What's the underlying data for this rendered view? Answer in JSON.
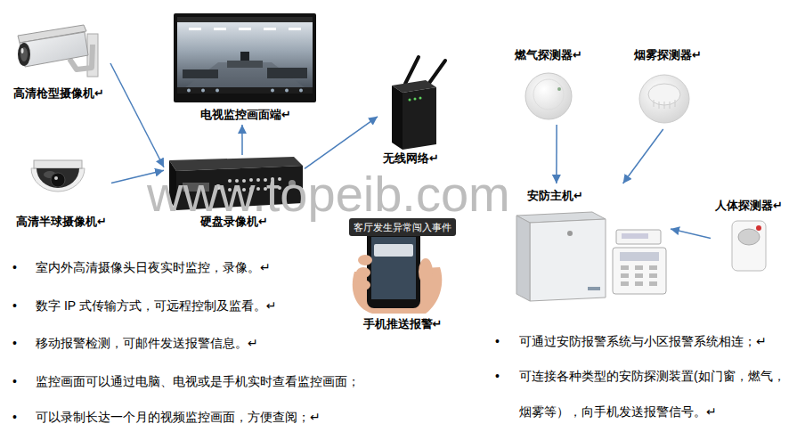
{
  "diagram": {
    "nodes": [
      {
        "text": [
          "高清枪型摄像机↵"
        ]
      },
      {
        "text": [
          "电视监控画面端↵"
        ]
      },
      {
        "text": [
          "高清半球摄像机↵"
        ]
      },
      {
        "text": [
          "硬盘录像机↵"
        ]
      },
      {
        "text": [
          "无线网络↵"
        ]
      },
      {
        "text": [
          "客厅发生异常闯入事件",
          "手机推送报警↵"
        ]
      },
      {
        "text": [
          "燃气探测器↵"
        ]
      },
      {
        "text": [
          "烟雾探测器↵"
        ]
      },
      {
        "text": [
          "安防主机↵"
        ]
      },
      {
        "text": [
          "人体探测器↵"
        ]
      }
    ],
    "edges": [
      {
        "from": 0,
        "to": 3,
        "arrow": "to"
      },
      {
        "from": 2,
        "to": 3,
        "arrow": "to"
      },
      {
        "from": 3,
        "to": 1,
        "arrow": "to"
      },
      {
        "from": 3,
        "to": 4,
        "arrow": "to"
      },
      {
        "from": 6,
        "to": 8,
        "arrow": "to"
      },
      {
        "from": 7,
        "to": 8,
        "arrow": "to"
      },
      {
        "from": 9,
        "to": 8,
        "arrow": "to"
      }
    ],
    "labels": [
      "www.topeib.com",
      "•",
      "室内外高清摄像头日夜实时监控，录像。↵",
      "•",
      "数字 IP 式传输方式，可远程控制及监看。↵",
      "•",
      "移动报警检测，可邮件发送报警信息。↵",
      "•",
      "监控画面可以通过电脑、电视或是手机实时查看监控画面；",
      "•",
      "可以录制长达一个月的视频监控画面，方便查阅；↵",
      "•",
      "可通过安防报警系统与小区报警系统相连；↵",
      "•",
      "可连接各种类型的安防探测装置(如门窗，燃气，烟雾等），向手机发送报警信号。↵"
    ]
  }
}
